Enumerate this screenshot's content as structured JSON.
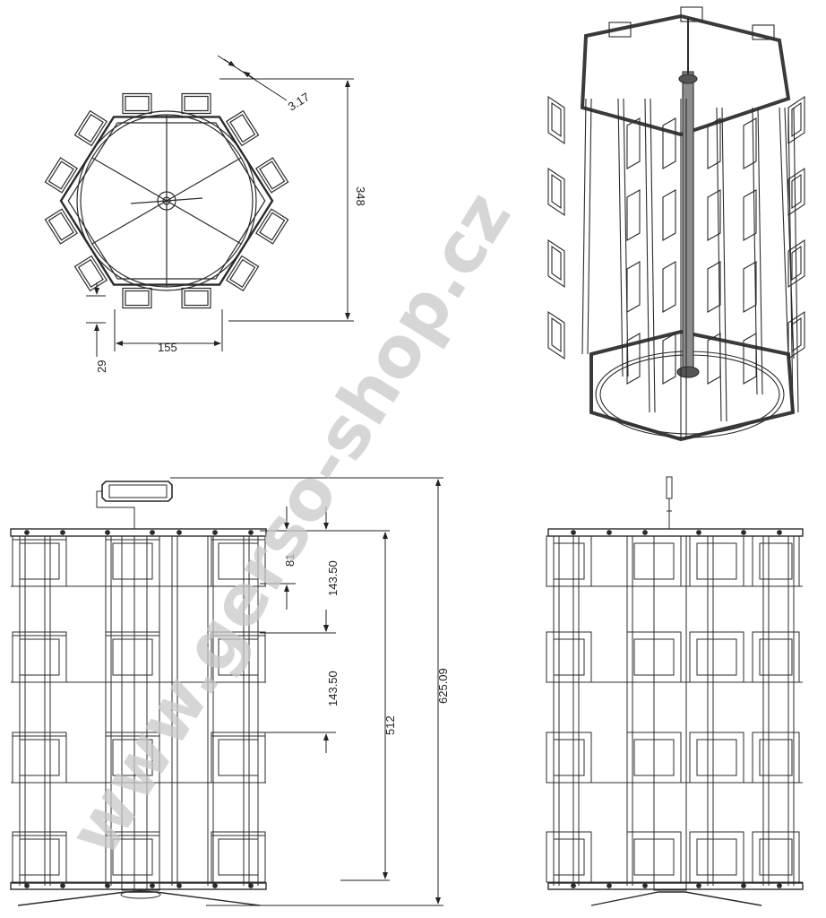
{
  "watermark": {
    "text": "www.gerso-shop.cz",
    "color": "#c8c8c8"
  },
  "colors": {
    "line": "#2b2b2b",
    "frame_dark": "#3a3a3a",
    "frame_light": "#8c8c8c"
  },
  "top_view": {
    "dims": {
      "wire": "3.17",
      "height": "348",
      "width": "155",
      "offset": "29"
    }
  },
  "front_view": {
    "dims": {
      "tier": "81",
      "pitch_1": "143.50",
      "pitch_2": "143.50",
      "body": "512",
      "overall": "625.09"
    }
  }
}
